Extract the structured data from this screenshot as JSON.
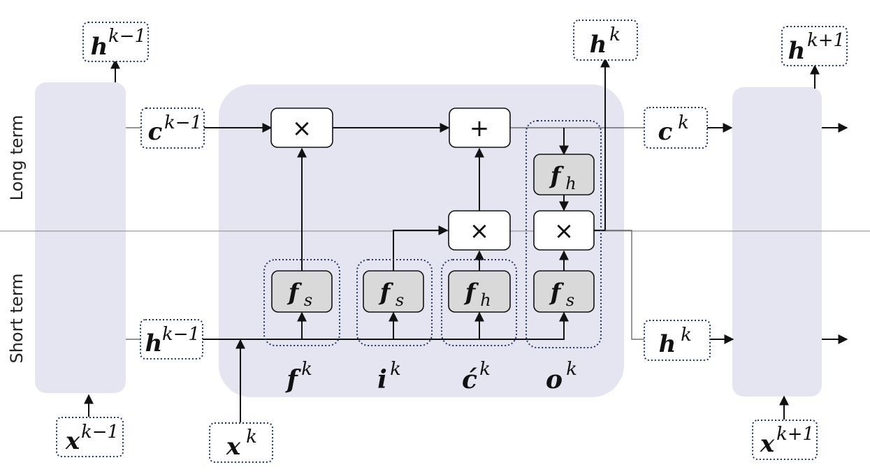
{
  "side_labels": {
    "long_term": "Long term",
    "short_term": "Short term"
  },
  "ops": {
    "multiply": "×",
    "add": "+"
  },
  "tags": {
    "h_prev_top": {
      "base": "h",
      "sup": "k−1"
    },
    "h_cur_top": {
      "base": "h",
      "sup": "k"
    },
    "h_next_top": {
      "base": "h",
      "sup": "k+1"
    },
    "c_prev": {
      "base": "c",
      "sup": "k−1"
    },
    "c_cur": {
      "base": "c",
      "sup": "k"
    },
    "h_prev_mid": {
      "base": "h",
      "sup": "k−1"
    },
    "h_cur_mid": {
      "base": "h",
      "sup": "k"
    },
    "x_prev": {
      "base": "x",
      "sup": "k−1"
    },
    "x_cur": {
      "base": "x",
      "sup": "k"
    },
    "x_next": {
      "base": "x",
      "sup": "k+1"
    }
  },
  "activations": {
    "fs": {
      "base": "f",
      "sub": "s"
    },
    "fh": {
      "base": "f",
      "sub": "h"
    }
  },
  "gate_labels": {
    "forget": {
      "base": "f",
      "sup": "k"
    },
    "input": {
      "base": "i",
      "sup": "k"
    },
    "candidate": {
      "base": "ć",
      "sup": "k"
    },
    "output": {
      "base": "o",
      "sup": "k"
    }
  },
  "colors": {
    "panel": "#e5e4f1",
    "dotted": "#1f3366",
    "activation": "#d9d9d9"
  }
}
